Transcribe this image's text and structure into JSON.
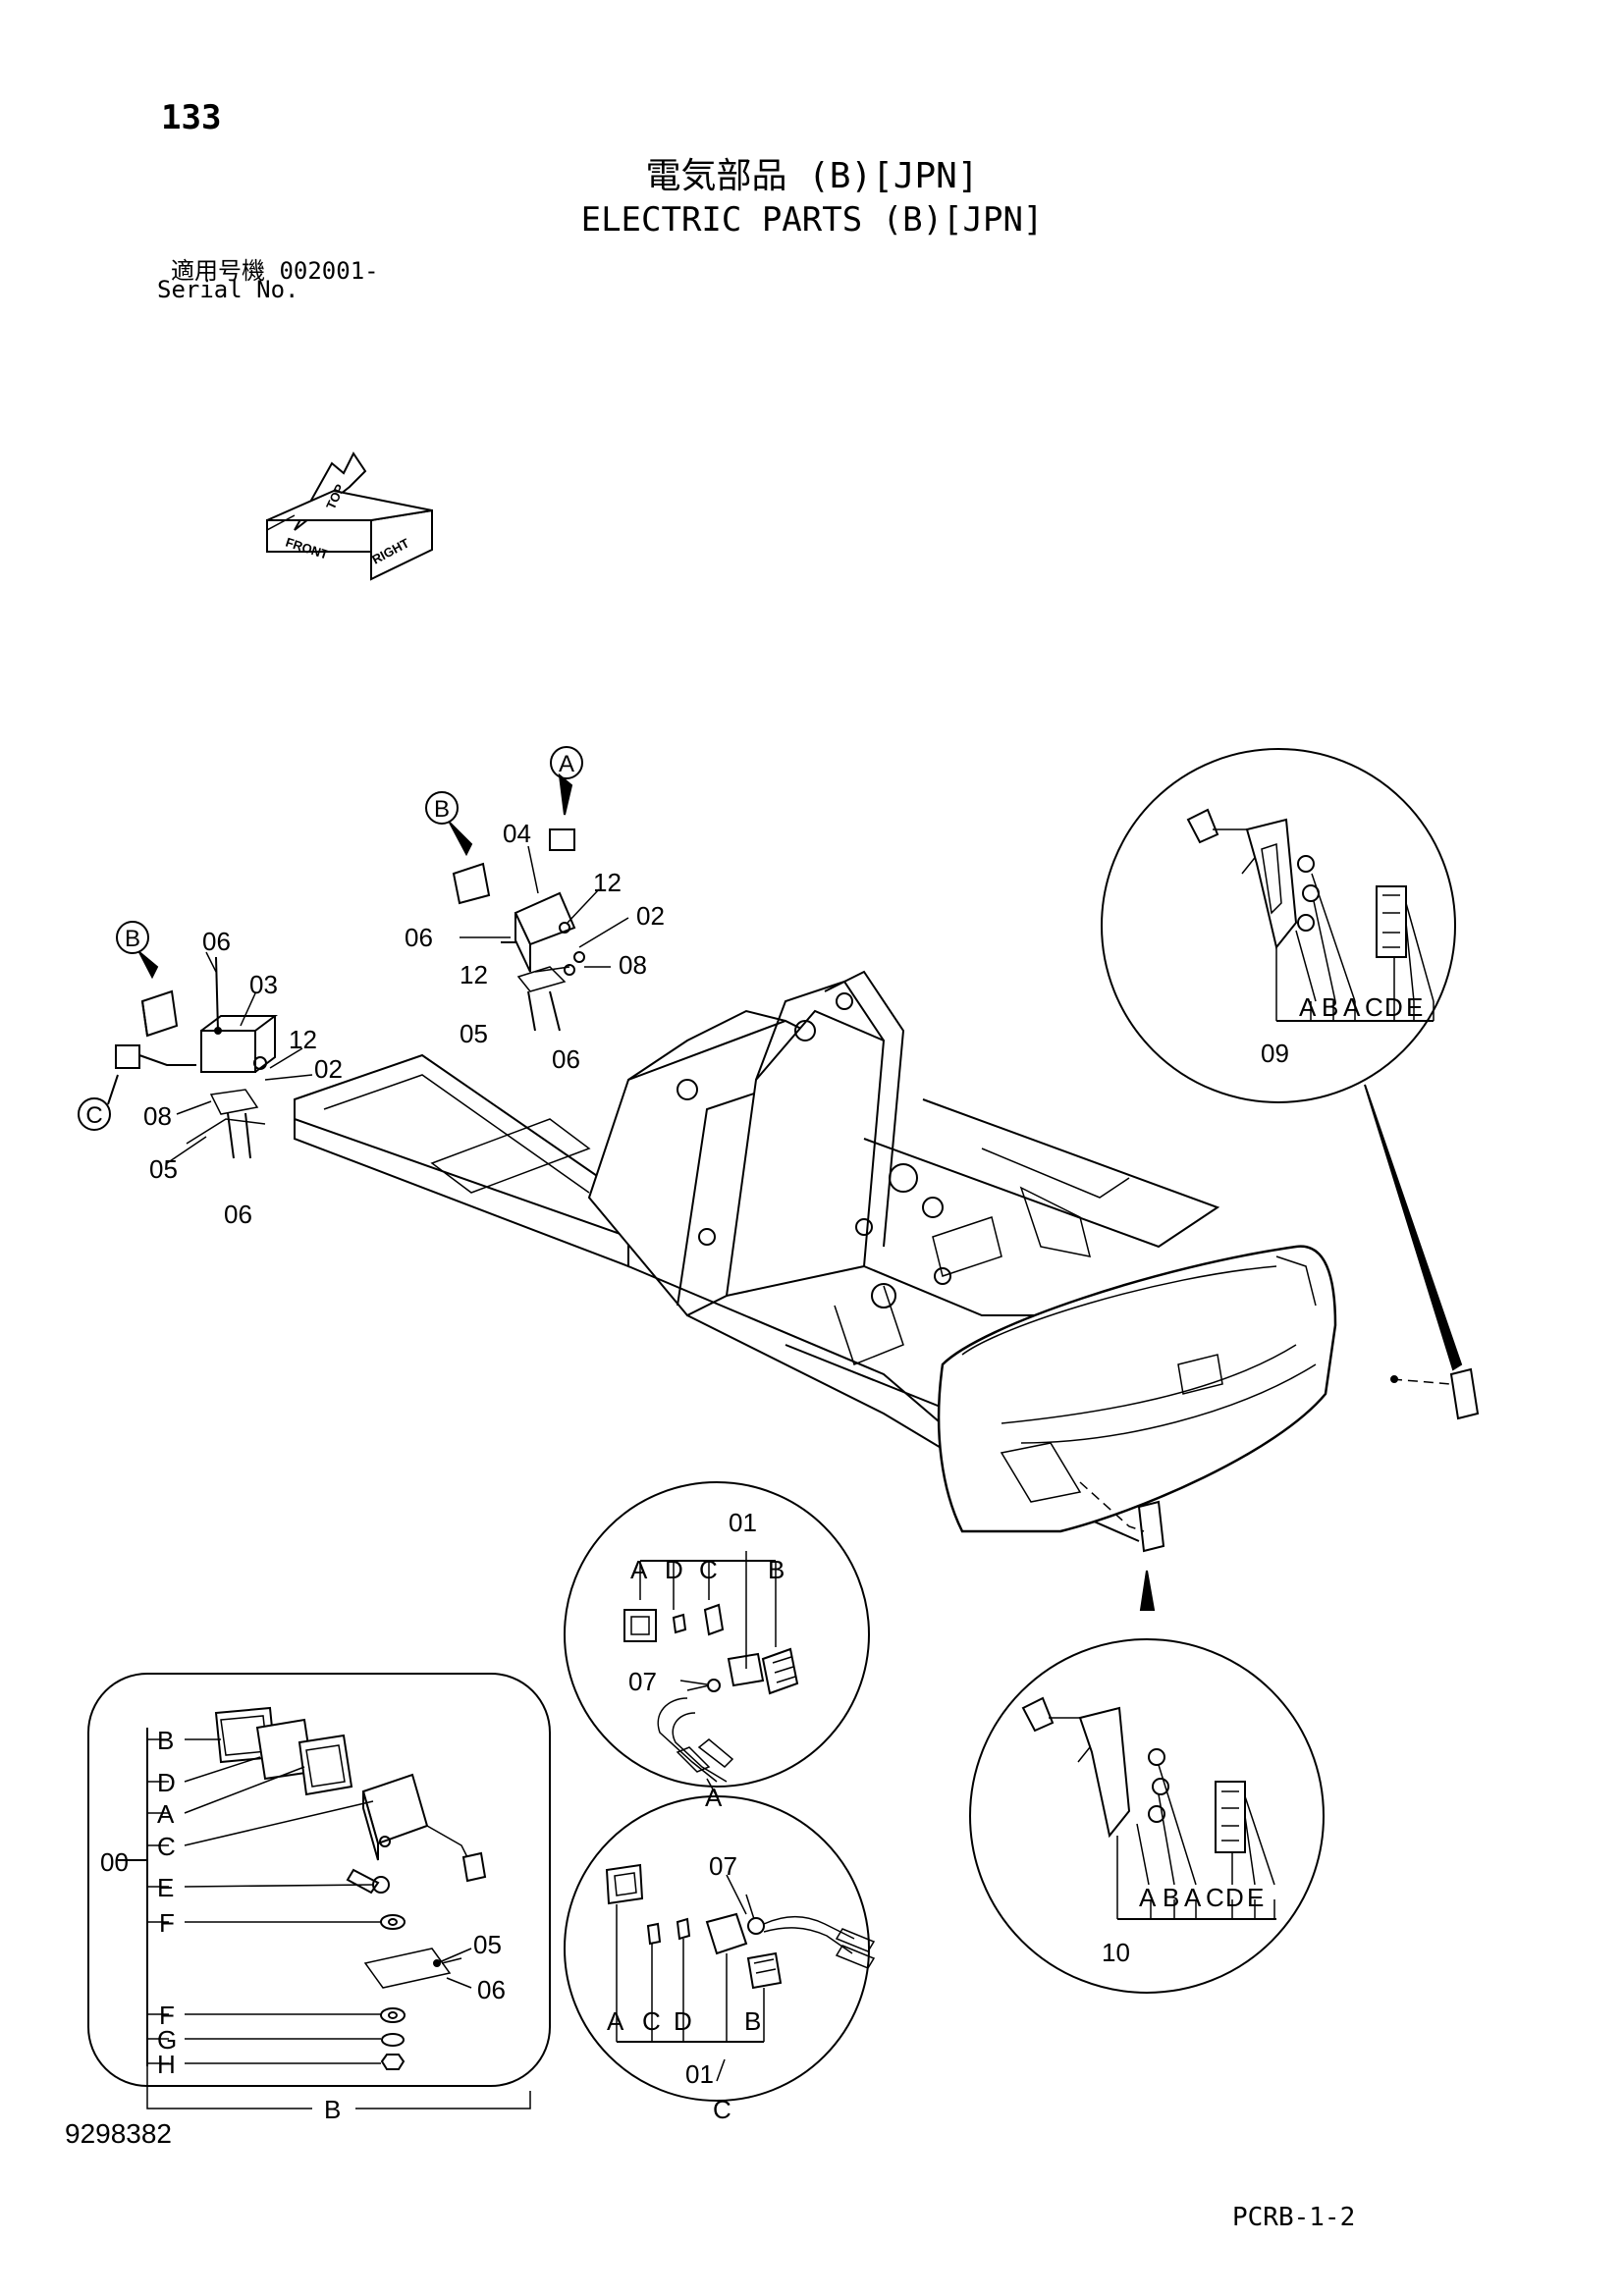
{
  "page_number": "133",
  "title_jp": "電気部品 (B)[JPN]",
  "title_en": "ELECTRIC PARTS (B)[JPN]",
  "serial_jp": "適用号機  002001-",
  "serial_en": "Serial No.",
  "drawing_number": "9298382",
  "page_code": "PCRB-1-2",
  "orientation": {
    "top": "TOP",
    "front": "FRONT",
    "right": "RIGHT"
  },
  "callouts": {
    "A": "A",
    "B": "B",
    "C": "C"
  },
  "labels": {
    "p00": "00",
    "p01": "01",
    "p02": "02",
    "p03": "03",
    "p04": "04",
    "p05": "05",
    "p06": "06",
    "p07": "07",
    "p08": "08",
    "p09": "09",
    "p10": "10",
    "p12": "12"
  },
  "sub": {
    "A": "A",
    "B": "B",
    "C": "C",
    "D": "D",
    "E": "E",
    "F": "F",
    "G": "G",
    "H": "H"
  }
}
